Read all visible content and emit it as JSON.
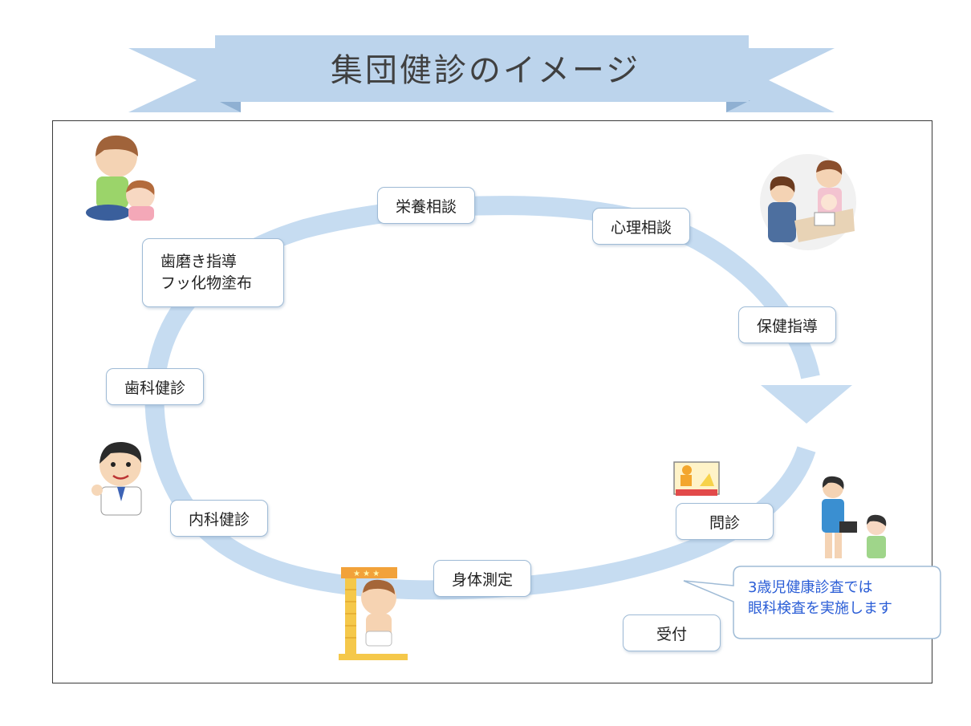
{
  "title": "集団健診のイメージ",
  "labels": {
    "nutrition": "栄養相談",
    "psychology": "心理相談",
    "health_guidance": "保健指導",
    "brushing": "歯磨き指導\nフッ化物塗布",
    "dental": "歯科健診",
    "internal": "内科健診",
    "body_measure": "身体測定",
    "interview": "問診",
    "reception": "受付"
  },
  "callout": "3歳児健康診査では\n眼科検査を実施します",
  "colors": {
    "banner": "#bcd4ec",
    "arrow": "#c6dcf1",
    "border": "#9fbbd6",
    "callout_text": "#2a5dd6"
  },
  "icons": [
    "dental-care-illustration",
    "psychology-consult-illustration",
    "doctor-illustration",
    "height-measure-illustration",
    "vision-test-illustration",
    "shapes-test-icon",
    "venue-photo"
  ]
}
